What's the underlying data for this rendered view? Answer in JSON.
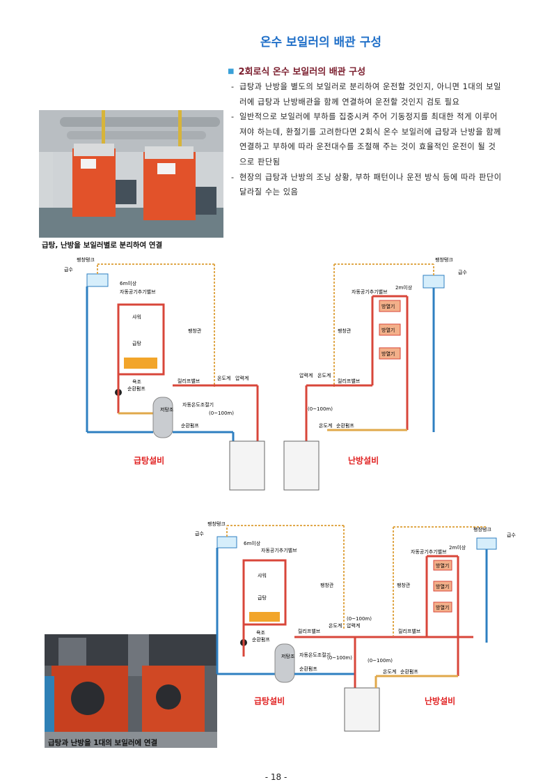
{
  "page": {
    "title": "온수 보일러의 배관 구성",
    "subheading": "2회로식 온수 보일러의 배관 구성",
    "bullets": [
      "급탕과 난방을 별도의 보일러로 분리하여 운전할 것인지, 아니면 1대의 보일러에 급탕과 난방배관을 함께 연결하여 운전할 것인지 검토 필요",
      "일반적으로 보일러에 부하를 집중시켜 주어 기동정지를 최대한 적게 이루어져야 하는데, 환절기를 고려한다면 2회식 온수 보일러에 급탕과 난방을 함께 연결하고 부하에 따라 운전대수를 조절해 주는 것이 효율적인 운전이 될 것으로 판단됨",
      "현장의 급탕과 난방의 조닝 상황, 부하 패턴이나 운전 방식 등에 따라 판단이 달라질 수는 있음"
    ],
    "photo1_caption": "급탕, 난방을 보일러별로 분리하여 연결",
    "photo2_caption": "급탕과 난방을 1대의 보일러에 연결",
    "page_number": "- 18 -"
  },
  "diagram_labels": {
    "expansion_tank": "팽창탱크",
    "water_supply": "급수",
    "height_6m": "6m이상",
    "height_2m": "2m이상",
    "auto_air_vent": "자동공기추기밸브",
    "shower": "샤워",
    "hot_water_tap": "급탕",
    "bathtub": "욕조",
    "circ_pump": "순환펌프",
    "storage_tank": "저탕조",
    "expansion_pipe": "팽창관",
    "relief_valve": "릴리프밸브",
    "thermometer": "온도계",
    "pressure_gauge": "압력계",
    "auto_temp_ctrl": "자동온도조절기",
    "range": "(0~100m)",
    "radiator": "방열기",
    "hot_water_system": "급탕설비",
    "heating_system": "난방설비"
  },
  "colors": {
    "title": "#1f6fc8",
    "subheading": "#7a1c2c",
    "hot_pipe": "#d8463a",
    "return_pipe": "#2e7fc1",
    "expansion_line": "#e0a84a",
    "label_red": "#e02020",
    "radiator_fill": "#f3b08a",
    "boiler_orange": "#e2522a"
  }
}
